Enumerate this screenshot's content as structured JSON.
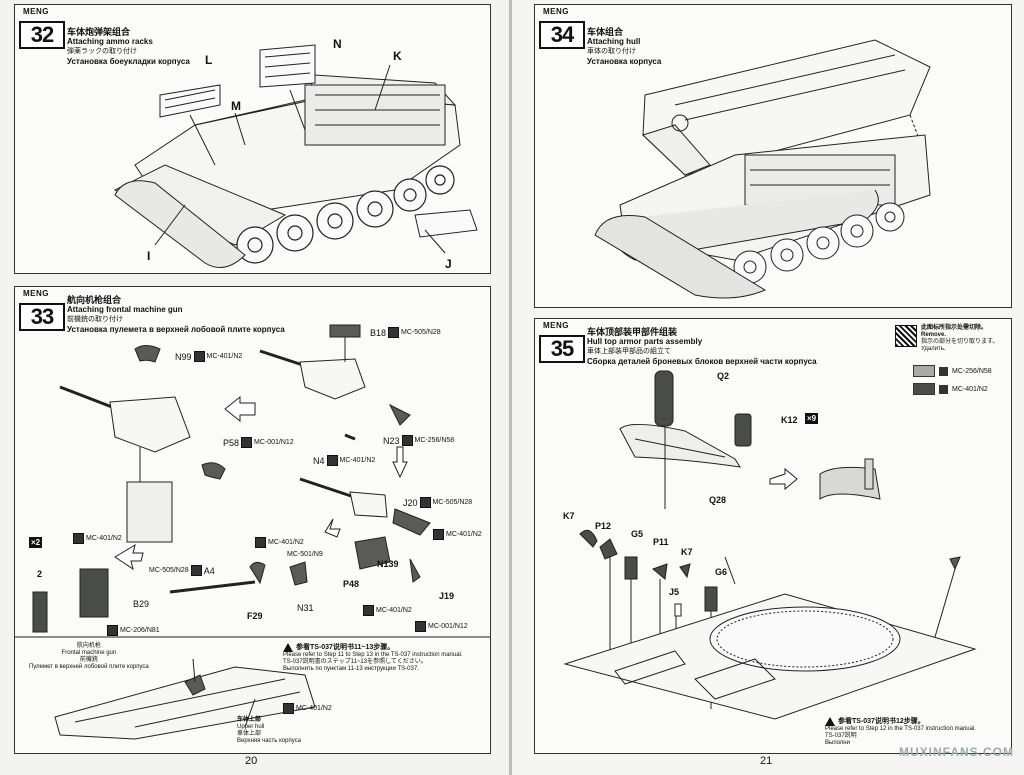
{
  "left_page": {
    "page_number": "20",
    "step32": {
      "number": "32",
      "logo": "MENG",
      "title_zh": "车体炮弹架组合",
      "title_en": "Attaching ammo racks",
      "title_jp": "弾薬ラックの取り付け",
      "title_ru": "Установка боеукладки корпуса",
      "callouts": [
        "L",
        "M",
        "N",
        "K",
        "I",
        "J"
      ]
    },
    "step33": {
      "number": "33",
      "logo": "MENG",
      "title_zh": "航向机枪组合",
      "title_en": "Attaching frontal machine gun",
      "title_jp": "前機銃の取り付け",
      "title_ru": "Установка пулемета в верхней лобовой плите корпуса",
      "parts": [
        {
          "id": "N99",
          "code": "MC-401/N2"
        },
        {
          "id": "B18",
          "code": "MC-505/N28"
        },
        {
          "id": "P58",
          "code": "MC-001/N12"
        },
        {
          "id": "N23",
          "code": "MC-256/N58"
        },
        {
          "id": "N4",
          "code": "MC-401/N2"
        },
        {
          "id": "J20",
          "code": "MC-505/N28"
        },
        {
          "id": "",
          "code": "MC-401/N2"
        },
        {
          "id": "A4",
          "code": "MC-505/N28"
        },
        {
          "id": "",
          "code": "MC-501/N9"
        },
        {
          "id": "",
          "code": "MC-401/N2"
        },
        {
          "id": "P48",
          "code": ""
        },
        {
          "id": "N139",
          "code": ""
        },
        {
          "id": "J19",
          "code": ""
        },
        {
          "id": "F29",
          "code": ""
        },
        {
          "id": "N31",
          "code": "MC-401/N2"
        },
        {
          "id": "B29",
          "code": "MC-206/N81"
        },
        {
          "id": "",
          "code": "MC-001/N12"
        },
        {
          "id": "",
          "code": "MC-401/N2"
        }
      ],
      "times_badge": "×2",
      "times_badge2": "2",
      "sub_caption_zh": "航向机枪",
      "sub_caption_en": "Frontal machine gun",
      "sub_caption_jp": "前機銃",
      "sub_caption_ru": "Пулемет в верхней лобовой плите корпуса",
      "ref_zh": "参看TS-037说明书11~13步骤。",
      "ref_en": "Please refer to Step 11 to Step 13 in the TS-037 instruction manual.",
      "ref_jp": "TS-037説明書のステップ11~13を参照してください。",
      "ref_ru": "Выполнить по пунктам 11-13 инструкции TS-037.",
      "upper_hull_zh": "车体上部",
      "upper_hull_en": "Upper hull",
      "upper_hull_jp": "車体上部",
      "upper_hull_ru": "Верхняя часть корпуса",
      "bottom_code": "MC-401/N2"
    }
  },
  "right_page": {
    "page_number": "21",
    "step34": {
      "number": "34",
      "logo": "MENG",
      "title_zh": "车体组合",
      "title_en": "Attaching hull",
      "title_jp": "車体の取り付け",
      "title_ru": "Установка корпуса"
    },
    "step35": {
      "number": "35",
      "logo": "MENG",
      "title_zh": "车体顶部装甲部件组装",
      "title_en": "Hull top armor parts assembly",
      "title_jp": "車体上部装甲部品の組立て",
      "title_ru": "Сборка деталей броневых блоков верхней части корпуса",
      "remove_zh": "此图标所指示处需切除。",
      "remove_en": "Remove.",
      "remove_jp": "指示の部分を切り取ります。",
      "remove_ru": "Удалить.",
      "legend": [
        {
          "code": "MC-256/N58",
          "color": "#a8aaa6"
        },
        {
          "code": "MC-401/N2",
          "color": "#4a4c48"
        }
      ],
      "parts": [
        "Q2",
        "K12",
        "Q28",
        "K7",
        "P12",
        "G5",
        "P11",
        "K7",
        "J5",
        "G6"
      ],
      "k12_badge": "×9",
      "ref_zh": "参看TS-037说明书12步骤。",
      "ref_en": "Please refer to Step 12 in the TS-037 instruction manual.",
      "ref_jp": "TS-037説明",
      "ref_ru": "Выполни"
    },
    "watermark": "MUXINFANS.COM"
  }
}
